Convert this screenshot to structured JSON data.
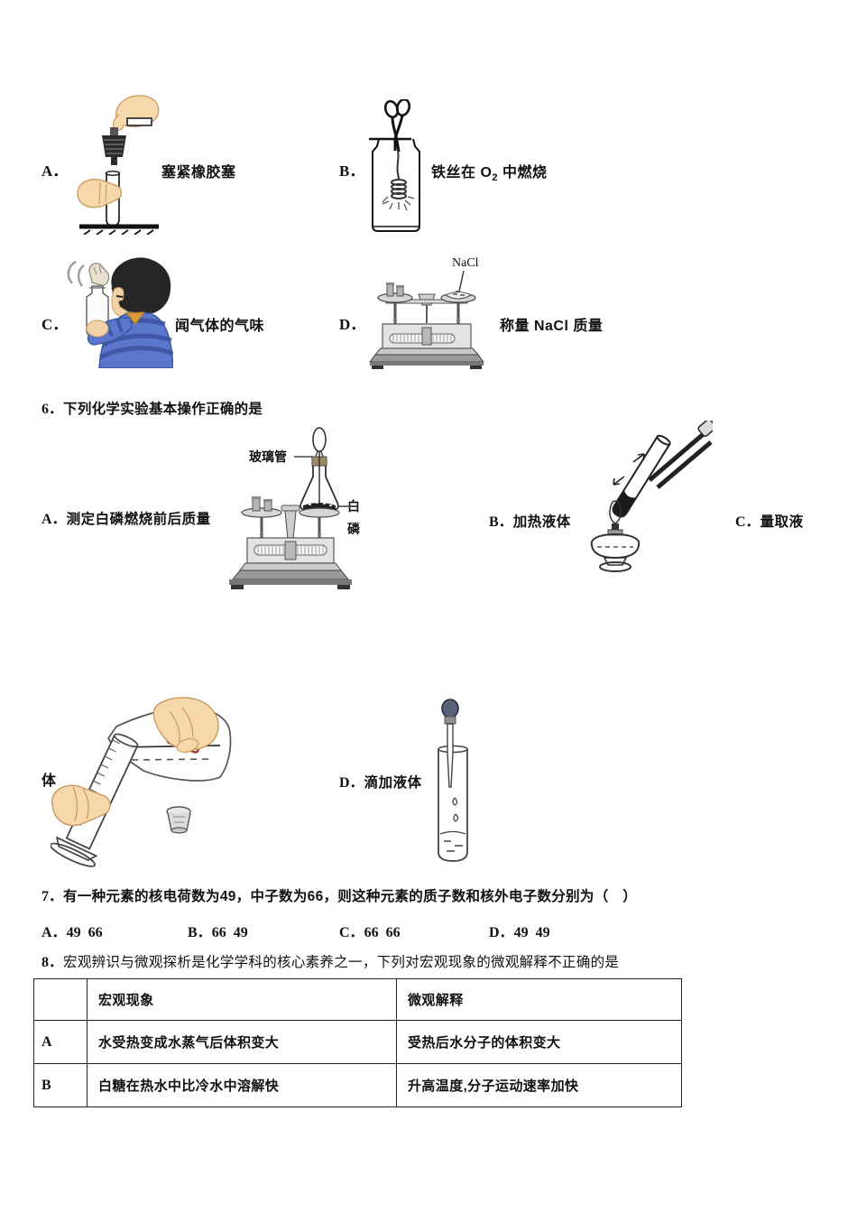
{
  "q5": {
    "options": [
      {
        "letter": "A．",
        "label": "塞紧橡胶塞"
      },
      {
        "letter": "B．",
        "label_pre": "铁丝在 O",
        "label_sub": "2",
        "label_post": " 中燃烧"
      },
      {
        "letter": "C．",
        "label": "闻气体的气味"
      },
      {
        "letter": "D．",
        "label": "称量 NaCl 质量",
        "pan_label": "NaCl"
      }
    ]
  },
  "q6": {
    "number": "6．",
    "text": "下列化学实验基本操作正确的是",
    "optionA": {
      "letter": "A．",
      "label": "测定白磷燃烧前后质量",
      "glass_tube_label": "玻璃管",
      "phosphorus_line1": "白",
      "phosphorus_line2": "磷"
    },
    "optionB": {
      "letter": "B．",
      "label": "加热液体"
    },
    "optionC": {
      "letter": "C．",
      "label": "量取液",
      "continuation": "体"
    },
    "optionD": {
      "letter": "D．",
      "label": "滴加液体"
    }
  },
  "q7": {
    "number": "7．",
    "text": "有一种元素的核电荷数为49，中子数为66，则这种元素的质子数和核外电子数分别为（　）",
    "options": [
      {
        "letter": "A．",
        "value": "49  66"
      },
      {
        "letter": "B．",
        "value": "66  49"
      },
      {
        "letter": "C．",
        "value": "66  66"
      },
      {
        "letter": "D．",
        "value": "49  49"
      }
    ]
  },
  "q8": {
    "number": "8．",
    "text": "宏观辨识与微观探析是化学学科的核心素养之一，下列对宏观现象的微观解释不正确的是",
    "table": {
      "col_phenomenon": "宏观现象",
      "col_explanation": "微观解释",
      "rows": [
        {
          "key": "A",
          "phenomenon": "水受热变成水蒸气后体积变大",
          "explanation": "受热后水分子的体积变大"
        },
        {
          "key": "B",
          "phenomenon": "白糖在热水中比冷水中溶解快",
          "explanation": "升高温度,分子运动速率加快"
        }
      ]
    }
  }
}
